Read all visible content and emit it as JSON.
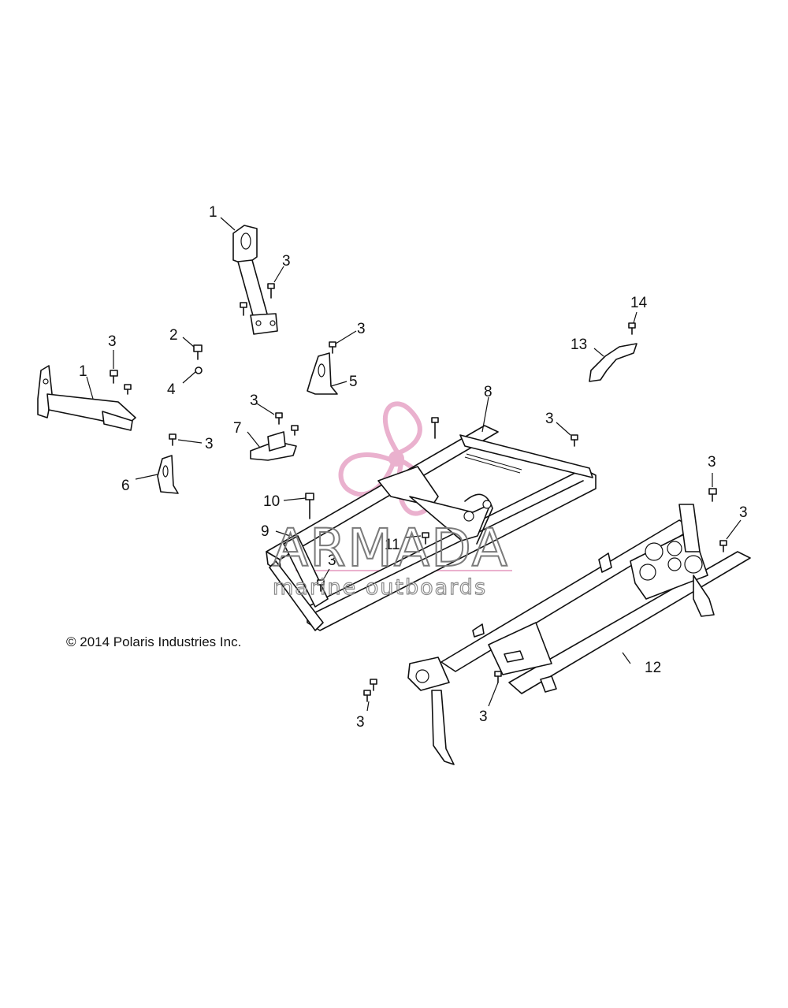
{
  "callouts": {
    "c1a": "1",
    "c1b": "1",
    "c2": "2",
    "c4": "4",
    "c5": "5",
    "c6": "6",
    "c7": "7",
    "c8": "8",
    "c9": "9",
    "c10": "10",
    "c11": "11",
    "c12": "12",
    "c13": "13",
    "c14": "14",
    "c3": "3"
  },
  "copyright": "© 2014 Polaris Industries Inc.",
  "watermark": {
    "title": "ARMADA",
    "subtitle": "marine outboards",
    "color_pink": "#e8a9c9",
    "color_gray": "#7a7a7a"
  }
}
